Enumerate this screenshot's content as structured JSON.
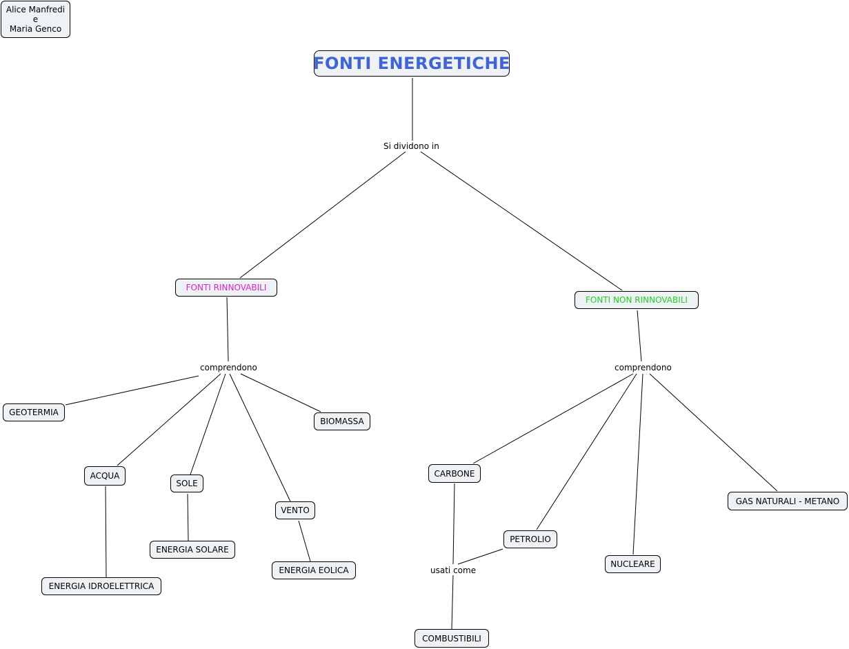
{
  "authors": {
    "line1": "Alice Manfredi",
    "line2": "e",
    "line3": "Maria Genco"
  },
  "title": "FONTI ENERGETICHE",
  "links": {
    "divide": "Si dividono in",
    "comprendono_left": "comprendono",
    "comprendono_right": "comprendono",
    "usati_come": "usati come"
  },
  "nodes": {
    "rinnovabili": "FONTI RINNOVABILI",
    "non_rinnovabili": "FONTI NON RINNOVABILI",
    "geotermia": "GEOTERMIA",
    "biomassa": "BIOMASSA",
    "acqua": "ACQUA",
    "sole": "SOLE",
    "vento": "VENTO",
    "energia_solare": "ENERGIA SOLARE",
    "energia_eolica": "ENERGIA EOLICA",
    "energia_idroelettrica": "ENERGIA IDROELETTRICA",
    "carbone": "CARBONE",
    "petrolio": "PETROLIO",
    "nucleare": "NUCLEARE",
    "gas_naturali": "GAS NATURALI - METANO",
    "combustibili": "COMBUSTIBILI"
  },
  "colors": {
    "title": "#3f63d8",
    "rinnovabili": "#e020d0",
    "non_rinnovabili": "#22d022",
    "node_fill": "#eef2f5"
  }
}
